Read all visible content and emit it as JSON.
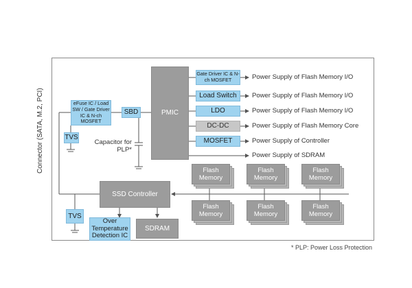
{
  "connector_label": "Connector (SATA, M.2, PCI)",
  "efuse": "eFuse IC / Load SW / Gate Driver IC & N-ch MOSFET",
  "tvs_top": "TVS",
  "sbd": "SBD",
  "pmic": "PMIC",
  "capacitor": "Capacitor for PLP*",
  "outputs": [
    {
      "block": "Gate Driver IC & N-ch MOSFET",
      "label": "Power Supply of Flash Memory I/O"
    },
    {
      "block": "Load Switch",
      "label": "Power Supply of Flash Memory I/O"
    },
    {
      "block": "LDO",
      "label": "Power Supply of Flash Memory I/O"
    },
    {
      "block": "DC-DC",
      "label": "Power Supply of Flash Memory Core"
    },
    {
      "block": "MOSFET",
      "label": "Power Supply of Controller"
    },
    {
      "block": "",
      "label": "Power Supply of SDRAM"
    }
  ],
  "ssd_controller": "SSD Controller",
  "tvs_bottom": "TVS",
  "over_temp": "Over Temperature Detection IC",
  "sdram": "SDRAM",
  "flash": "Flash Memory",
  "footnote": "* PLP: Power Loss Protection",
  "colors": {
    "blue": "#9fd3ef",
    "gray": "#9c9c9c",
    "light_gray": "#c7c7c7",
    "line": "#555555"
  }
}
